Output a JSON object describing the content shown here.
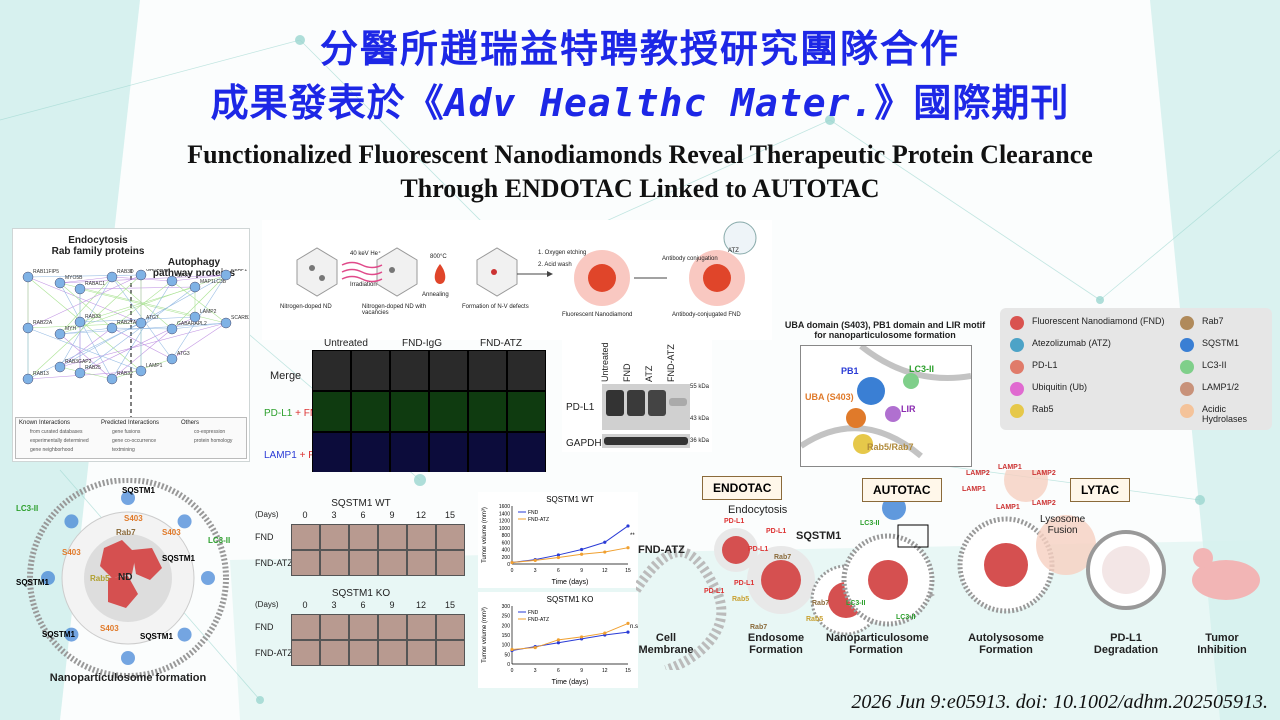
{
  "header": {
    "title_line1": "分醫所趙瑞益特聘教授研究團隊合作",
    "title_line2_prefix": "成果發表於《",
    "title_line2_journal": "Adv Healthc Mater.",
    "title_line2_suffix": "》國際期刊",
    "paper_title_line1": "Functionalized Fluorescent Nanodiamonds Reveal Therapeutic Protein Clearance",
    "paper_title_line2": "Through ENDOTAC Linked to AUTOTAC"
  },
  "network": {
    "label_left": "Endocytosis",
    "label_left2": "Rab family proteins",
    "label_right": "Autophagy",
    "label_right2": "pathway proteins",
    "genes": [
      "RAB11FIP5",
      "MYO5B",
      "RABAC1",
      "RAB3D",
      "RAB22A",
      "MYH",
      "RAB33",
      "RAB27A",
      "RAB13",
      "RAB3GAP2",
      "RAB25",
      "RAB32",
      "GABARAP",
      "OPTN",
      "MAP1LC3B",
      "KEAP1",
      "ATG7",
      "GABARAPL2",
      "LAMP2",
      "SCARB2",
      "LAMP1",
      "ATG3"
    ],
    "legend_known": "Known Interactions",
    "legend_predicted": "Predicted Interactions",
    "legend_others": "Others",
    "legend_items": [
      "from curated databases",
      "experimentally determined",
      "gene neighborhood",
      "gene fusions",
      "gene co-occurrence",
      "textmining",
      "co-expression",
      "protein homology"
    ]
  },
  "synthesis": {
    "steps": [
      "Nitrogen-doped ND",
      "Irradiation",
      "Nitrogen-doped ND with vacancies",
      "Annealing",
      "Formation of N-V defects",
      "1. Oxygen etching",
      "2. Acid wash",
      "Fluorescent Nanodiamond",
      "Antibody conjugation",
      "Antibody-conjugated FND"
    ],
    "energy": "40 keV He⁺",
    "temp": "800°C",
    "atz": "ATZ"
  },
  "microscopy": {
    "cols": [
      "Untreated",
      "FND-IgG",
      "FND-ATZ"
    ],
    "row_merge": "Merge",
    "row_pdl1_a": "PD-L1",
    "row_pdl1_b": " + FND",
    "row_lamp1_a": "LAMP1",
    "row_lamp1_b": " + FND"
  },
  "western": {
    "lanes": [
      "Untreated",
      "FND",
      "ATZ",
      "FND-ATZ"
    ],
    "row1": "PD-L1",
    "row2": "GAPDH",
    "kda": [
      "55 kDa",
      "43 kDa",
      "36 kDa"
    ]
  },
  "legend": {
    "uba_title1": "UBA domain (S403), PB1 domain and LIR motif",
    "uba_title2": "for nanoparticulosome formation",
    "items": [
      {
        "name": "Fluorescent Nanodiamond (FND)",
        "color": "#d9534f"
      },
      {
        "name": "Atezolizumab (ATZ)",
        "color": "#4da3c7"
      },
      {
        "name": "PD-L1",
        "color": "#e07b6a"
      },
      {
        "name": "Ubiquitin (Ub)",
        "color": "#e06ad0"
      },
      {
        "name": "Rab5",
        "color": "#e6c84a"
      },
      {
        "name": "Rab7",
        "color": "#b08a5a"
      },
      {
        "name": "SQSTM1",
        "color": "#3a7fd4"
      },
      {
        "name": "LC3-II",
        "color": "#7fcf8a"
      },
      {
        "name": "LAMP1/2",
        "color": "#c8927a"
      },
      {
        "name": "Acidic Hydrolases",
        "color": "#f4c39a"
      }
    ],
    "struct_labels": [
      "PB1",
      "LC3-II",
      "UBA (S403)",
      "LIR",
      "Rab5/Rab7"
    ]
  },
  "tumor_photos": {
    "wt_title": "SQSTM1 WT",
    "ko_title": "SQSTM1 KO",
    "days_label": "(Days)",
    "days": [
      "0",
      "3",
      "6",
      "9",
      "12",
      "15"
    ],
    "rows": [
      "FND",
      "FND-ATZ"
    ]
  },
  "chart_data": [
    {
      "type": "line",
      "title": "SQSTM1 WT",
      "xlabel": "Time (days)",
      "ylabel": "Tumor volume (mm³)",
      "xlim": [
        0,
        15
      ],
      "ylim": [
        0,
        1600
      ],
      "xticks": [
        0,
        3,
        6,
        9,
        12,
        15
      ],
      "yticks": [
        0,
        200,
        400,
        600,
        800,
        1000,
        1200,
        1400,
        1600
      ],
      "x": [
        0,
        3,
        6,
        9,
        12,
        15
      ],
      "series": [
        {
          "name": "FND",
          "color": "#2a3bd6",
          "values": [
            40,
            120,
            250,
            400,
            600,
            1050
          ]
        },
        {
          "name": "FND-ATZ",
          "color": "#f0a030",
          "values": [
            40,
            100,
            180,
            270,
            330,
            450
          ]
        }
      ],
      "annotation": "**"
    },
    {
      "type": "line",
      "title": "SQSTM1 KO",
      "xlabel": "Time (days)",
      "ylabel": "Tumor volume (mm³)",
      "xlim": [
        0,
        15
      ],
      "ylim": [
        0,
        300
      ],
      "xticks": [
        0,
        3,
        6,
        9,
        12,
        15
      ],
      "yticks": [
        0,
        50,
        100,
        150,
        200,
        250,
        300
      ],
      "x": [
        0,
        3,
        6,
        9,
        12,
        15
      ],
      "series": [
        {
          "name": "FND",
          "color": "#2a3bd6",
          "values": [
            70,
            90,
            110,
            130,
            150,
            165
          ]
        },
        {
          "name": "FND-ATZ",
          "color": "#f0a030",
          "values": [
            75,
            85,
            125,
            140,
            160,
            210
          ]
        }
      ],
      "annotation": "n.s."
    }
  ],
  "pathway": {
    "endotac": "ENDOTAC",
    "autotac": "AUTOTAC",
    "lytac": "LYTAC",
    "endocytosis": "Endocytosis",
    "fnd_atz": "FND-ATZ",
    "sqstm1": "SQSTM1",
    "lysosome_fusion_1": "Lysosome",
    "lysosome_fusion_2": "Fusion",
    "stage_cell_1": "Cell",
    "stage_cell_2": "Membrane",
    "stage_endo_1": "Endosome",
    "stage_endo_2": "Formation",
    "stage_nano_1": "Nanoparticulosome",
    "stage_nano_2": "Formation",
    "stage_auto_1": "Autolysosome",
    "stage_auto_2": "Formation",
    "stage_pdl1_1": "PD-L1",
    "stage_pdl1_2": "Degradation",
    "stage_tumor_1": "Tumor",
    "stage_tumor_2": "Inhibition",
    "pdl1": "PD-L1",
    "rab5": "Rab5",
    "rab7": "Rab7",
    "lamp1": "LAMP1",
    "lamp2": "LAMP2",
    "lc3": "LC3-II"
  },
  "nanoparticulosome": {
    "caption": "Nanoparticulosome formation",
    "nd": "ND",
    "labels": [
      "SQSTM1",
      "SQSTM1",
      "SQSTM1",
      "SQSTM1",
      "SQSTM1",
      "S403",
      "S403",
      "S403",
      "S403",
      "Rab7",
      "Rab5",
      "LC3-II",
      "LC3-II"
    ]
  },
  "citation": "2026 Jun 9:e05913. doi: 10.1002/adhm.202505913."
}
